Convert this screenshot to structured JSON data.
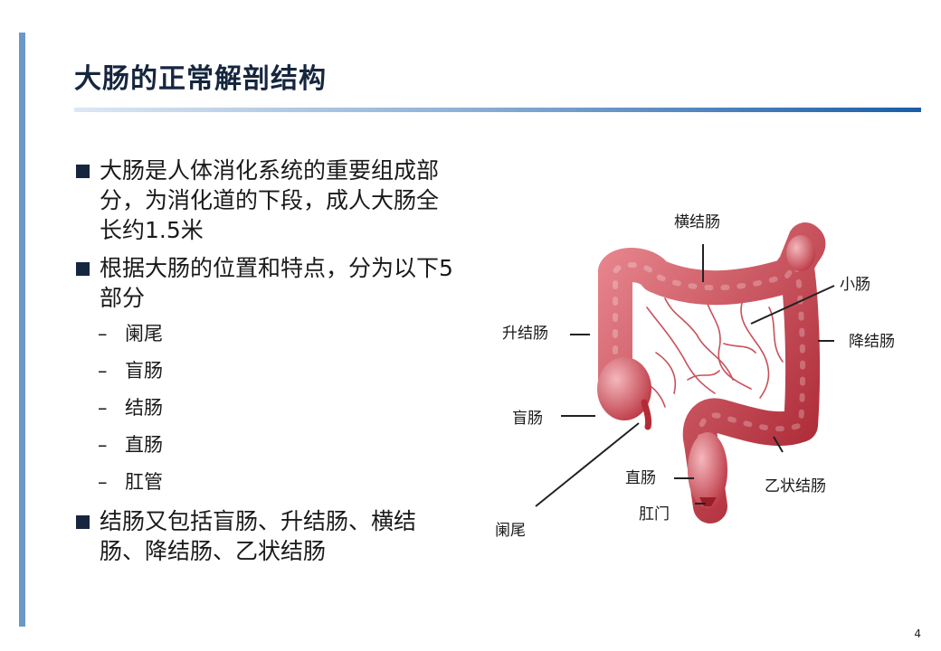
{
  "slide": {
    "title": "大肠的正常解剖结构",
    "page_number": "4"
  },
  "bullets": [
    {
      "text": "大肠是人体消化系统的重要组成部分，为消化道的下段，成人大肠全长约1.5米"
    },
    {
      "text": "根据大肠的位置和特点，分为以下5部分",
      "sub": [
        "阑尾",
        "盲肠",
        "结肠",
        "直肠",
        "肛管"
      ]
    },
    {
      "text": "结肠又包括盲肠、升结肠、横结肠、降结肠、乙状结肠"
    }
  ],
  "sub_dash": "–",
  "diagram": {
    "labels": {
      "transverse_colon": "横结肠",
      "small_intestine": "小肠",
      "ascending_colon": "升结肠",
      "descending_colon": "降结肠",
      "cecum": "盲肠",
      "rectum": "直肠",
      "sigmoid_colon": "乙状结肠",
      "anus": "肛门",
      "appendix": "阑尾"
    }
  },
  "colors": {
    "accent_bar": "#6b98c9",
    "title_text": "#16263f",
    "rule_end": "#1a5ea8",
    "colon_red": "#c23a48"
  }
}
